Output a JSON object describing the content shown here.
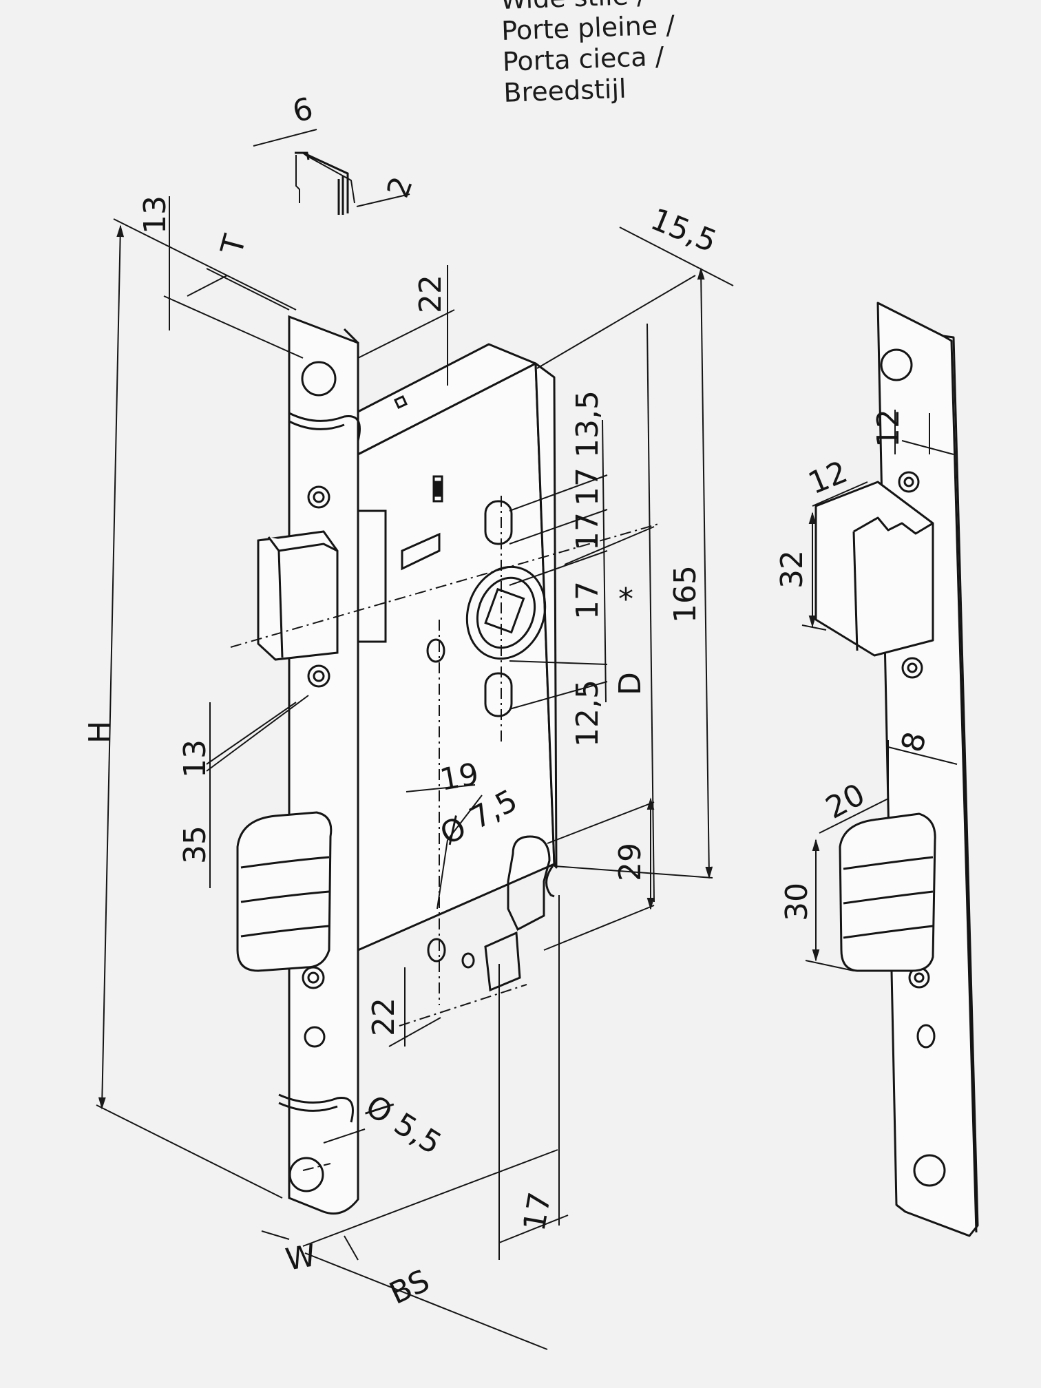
{
  "header": {
    "lines": [
      "Wide stile /",
      "Porte pleine /",
      "Porta cieca /",
      "Breedstijl"
    ]
  },
  "lock_case": {
    "dimensions": {
      "d_6": "6",
      "d_2": "2",
      "d_13_top": "13",
      "d_T": "T",
      "d_22_top": "22",
      "d_15_5": "15,5",
      "d_13_5": "13,5",
      "d_17_a": "17",
      "d_17_b": "17",
      "d_17_c": "17",
      "asterisk": "*",
      "d_165": "165",
      "d_12_5": "12,5",
      "d_D": "D",
      "d_H": "H",
      "d_13_mid": "13",
      "d_35": "35",
      "d_19": "19",
      "d_dia_7_5": "Ø 7,5",
      "d_29": "29",
      "d_22_bot": "22",
      "d_dia_5_5": "Ø 5,5",
      "d_17_bot": "17",
      "d_W": "W",
      "d_BS": "BS"
    }
  },
  "strike_plate": {
    "dimensions": {
      "d_12_a": "12",
      "d_12_b": "12",
      "d_32": "32",
      "d_8": "8",
      "d_20": "20",
      "d_30": "30"
    }
  }
}
